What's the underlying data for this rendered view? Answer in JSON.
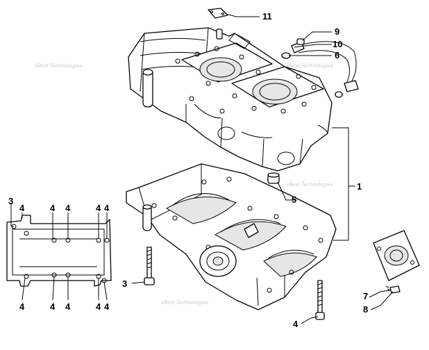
{
  "watermark": "vBest Technologies",
  "callouts": {
    "c1": "1",
    "c3a": "3",
    "c3b": "3",
    "c4_gasket_top": [
      "4",
      "4",
      "4",
      "4",
      "4"
    ],
    "c4_gasket_bottom": [
      "4",
      "4",
      "4",
      "4",
      "4"
    ],
    "c4_stud": "4",
    "c5": "5",
    "c6": "6",
    "c7": "7",
    "c8": "8",
    "c9": "9",
    "c10": "10",
    "c11": "11"
  }
}
